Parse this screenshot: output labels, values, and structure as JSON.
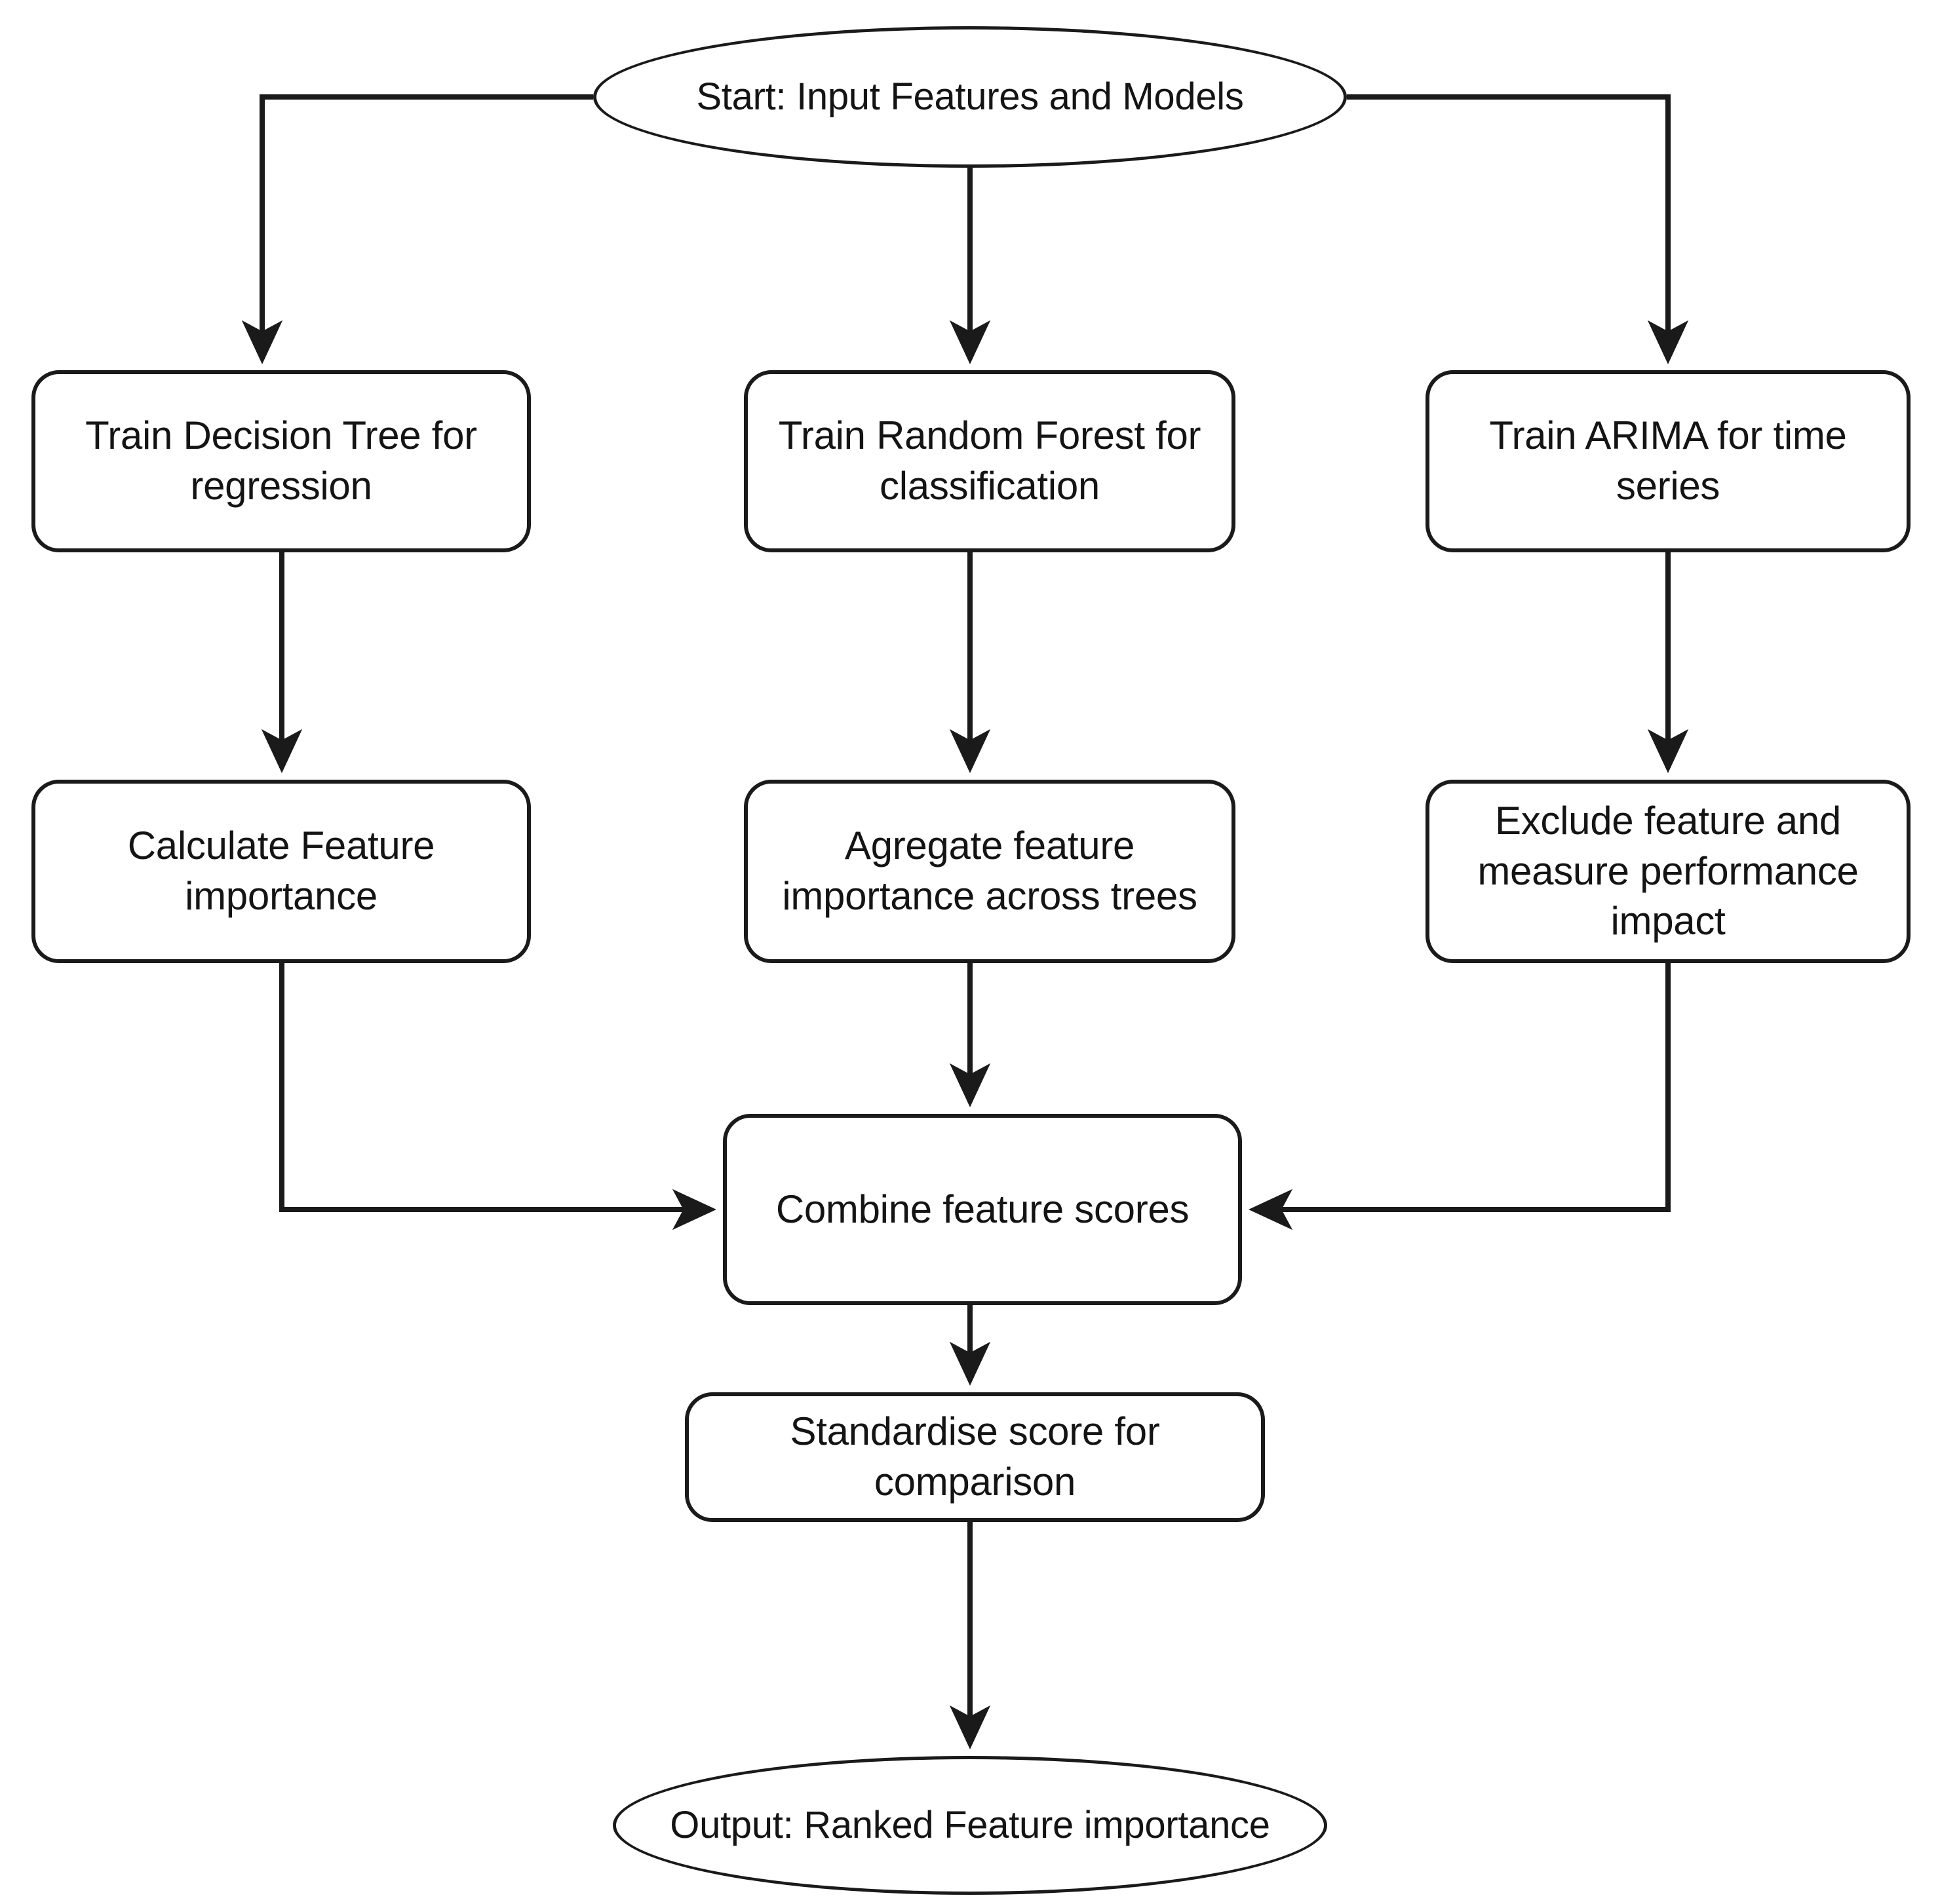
{
  "diagram": {
    "title": "Feature importance computation flowchart",
    "colors": {
      "stroke": "#1a1a1a",
      "text": "#141414",
      "background": "#ffffff"
    },
    "nodes": {
      "start": {
        "label": "Start: Input Features and Models",
        "shape": "ellipse"
      },
      "decision_tree": {
        "label": "Train Decision Tree for regression",
        "shape": "rounded-rectangle"
      },
      "random_forest": {
        "label": "Train Random Forest for classification",
        "shape": "rounded-rectangle"
      },
      "arima": {
        "label": "Train ARIMA for time series",
        "shape": "rounded-rectangle"
      },
      "calculate": {
        "label": "Calculate Feature importance",
        "shape": "rounded-rectangle"
      },
      "aggregate": {
        "label": "Agregate feature importance across trees",
        "shape": "rounded-rectangle"
      },
      "exclude": {
        "label": "Exclude feature and measure performance impact",
        "shape": "rounded-rectangle"
      },
      "combine": {
        "label": "Combine feature scores",
        "shape": "rounded-rectangle"
      },
      "standardise": {
        "label": "Standardise score for comparison",
        "shape": "rounded-rectangle"
      },
      "output": {
        "label": "Output: Ranked Feature importance",
        "shape": "ellipse"
      }
    },
    "edges": [
      {
        "from": "start",
        "to": "decision_tree",
        "route": "left-elbow"
      },
      {
        "from": "start",
        "to": "random_forest",
        "route": "straight-down"
      },
      {
        "from": "start",
        "to": "arima",
        "route": "right-elbow"
      },
      {
        "from": "decision_tree",
        "to": "calculate",
        "route": "straight-down"
      },
      {
        "from": "random_forest",
        "to": "aggregate",
        "route": "straight-down"
      },
      {
        "from": "arima",
        "to": "exclude",
        "route": "straight-down"
      },
      {
        "from": "calculate",
        "to": "combine",
        "route": "down-then-right"
      },
      {
        "from": "aggregate",
        "to": "combine",
        "route": "straight-down"
      },
      {
        "from": "exclude",
        "to": "combine",
        "route": "down-then-left"
      },
      {
        "from": "combine",
        "to": "standardise",
        "route": "straight-down"
      },
      {
        "from": "standardise",
        "to": "output",
        "route": "straight-down"
      }
    ]
  }
}
